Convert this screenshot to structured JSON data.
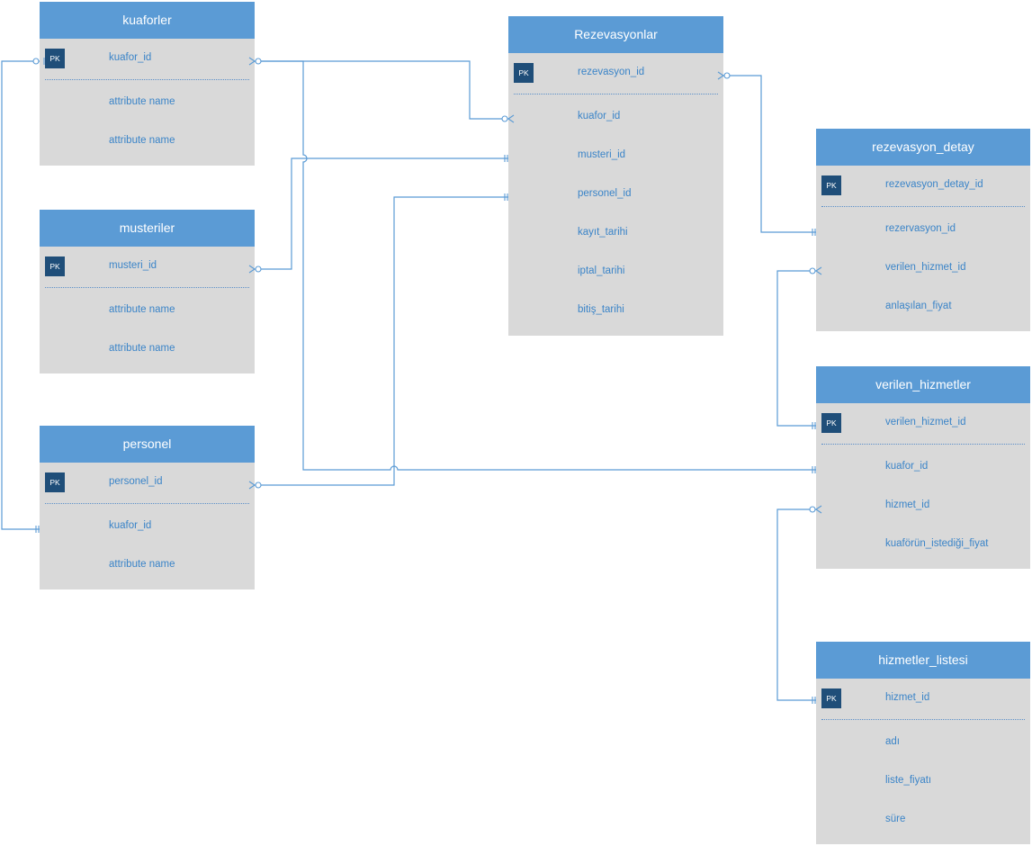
{
  "entities": {
    "kuaforler": {
      "title": "kuaforler",
      "pk_badge": "PK",
      "pk_attr": "kuafor_id",
      "attrs": [
        "attribute name",
        "attribute name"
      ]
    },
    "musteriler": {
      "title": "musteriler",
      "pk_badge": "PK",
      "pk_attr": "musteri_id",
      "attrs": [
        "attribute name",
        "attribute name"
      ]
    },
    "personel": {
      "title": "personel",
      "pk_badge": "PK",
      "pk_attr": "personel_id",
      "attrs": [
        "kuafor_id",
        "attribute name"
      ]
    },
    "rezevasyonlar": {
      "title": "Rezevasyonlar",
      "pk_badge": "PK",
      "pk_attr": "rezevasyon_id",
      "attrs": [
        "kuafor_id",
        "musteri_id",
        "personel_id",
        "kayıt_tarihi",
        "iptal_tarihi",
        "bitiş_tarihi"
      ]
    },
    "rezevasyon_detay": {
      "title": "rezevasyon_detay",
      "pk_badge": "PK",
      "pk_attr": "rezevasyon_detay_id",
      "attrs": [
        "rezervasyon_id",
        "verilen_hizmet_id",
        "anlaşılan_fiyat"
      ]
    },
    "verilen_hizmetler": {
      "title": "verilen_hizmetler",
      "pk_badge": "PK",
      "pk_attr": "verilen_hizmet_id",
      "attrs": [
        "kuafor_id",
        "hizmet_id",
        "kuaförün_istediği_fiyat"
      ]
    },
    "hizmetler_listesi": {
      "title": "hizmetler_listesi",
      "pk_badge": "PK",
      "pk_attr": "hizmet_id",
      "attrs": [
        "adı",
        "liste_fiyatı",
        "süre"
      ]
    }
  },
  "relationships": [
    {
      "from": "kuaforler.kuafor_id",
      "to": "rezevasyonlar.kuafor_id",
      "from_card": "zero-or-many",
      "to_card": "zero-or-many"
    },
    {
      "from": "kuaforler.kuafor_id",
      "to": "personel.kuafor_id",
      "from_card": "zero-or-one",
      "to_card": "one"
    },
    {
      "from": "kuaforler.kuafor_id",
      "to": "verilen_hizmetler.kuafor_id",
      "from_card": "zero-or-many",
      "to_card": "one"
    },
    {
      "from": "musteriler.musteri_id",
      "to": "rezevasyonlar.musteri_id",
      "from_card": "zero-or-many",
      "to_card": "one"
    },
    {
      "from": "personel.personel_id",
      "to": "rezevasyonlar.personel_id",
      "from_card": "zero-or-many",
      "to_card": "one"
    },
    {
      "from": "rezevasyonlar.rezevasyon_id",
      "to": "rezevasyon_detay.rezervasyon_id",
      "from_card": "zero-or-many",
      "to_card": "one"
    },
    {
      "from": "verilen_hizmetler.verilen_hizmet_id",
      "to": "rezevasyon_detay.verilen_hizmet_id",
      "from_card": "one",
      "to_card": "zero-or-many"
    },
    {
      "from": "hizmetler_listesi.hizmet_id",
      "to": "verilen_hizmetler.hizmet_id",
      "from_card": "one",
      "to_card": "zero-or-many"
    }
  ],
  "colors": {
    "header": "#5b9bd5",
    "body": "#d9d9d9",
    "pk_badge": "#1f4e79",
    "text": "#3a84c8",
    "line": "#5b9bd5"
  }
}
